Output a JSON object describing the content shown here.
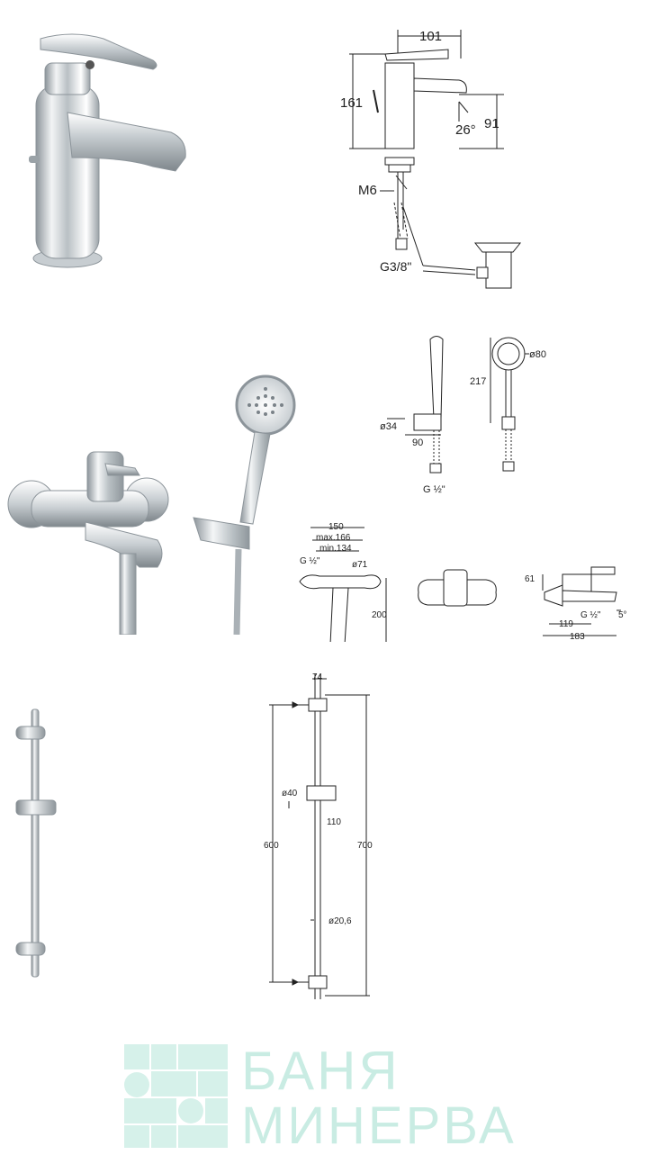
{
  "basin_drawing": {
    "width_dim": "101",
    "height_dim": "161",
    "spout_height_dim": "91",
    "angle_dim": "26°",
    "rod_label": "M6",
    "thread_label": "G3/8\""
  },
  "handshower_drawing": {
    "head_diameter": "ø80",
    "length": "217",
    "holder_diameter": "ø34",
    "holder_depth": "90",
    "thread_label": "G ½\""
  },
  "bath_mixer_drawing": {
    "centers": "150",
    "centers_max": "max.166",
    "centers_min": "min.134",
    "thread_label": "G ½\"",
    "flange_diameter": "ø71",
    "height": "200",
    "side_height": "61",
    "projection": "119",
    "total_projection": "183",
    "side_thread": "G ½\"",
    "angle": "5°"
  },
  "rail_drawing": {
    "top_width": "74",
    "slider_diameter": "ø40",
    "slider_depth": "110",
    "fixing_distance": "600",
    "total_length": "700",
    "tube_diameter": "ø20,6"
  },
  "watermark": {
    "line1": "БАНЯ",
    "line2": "МИНЕРВА"
  },
  "colors": {
    "watermark": "#c9ece3",
    "chrome_dark": "#8c949a",
    "chrome_light": "#f2f4f5"
  }
}
